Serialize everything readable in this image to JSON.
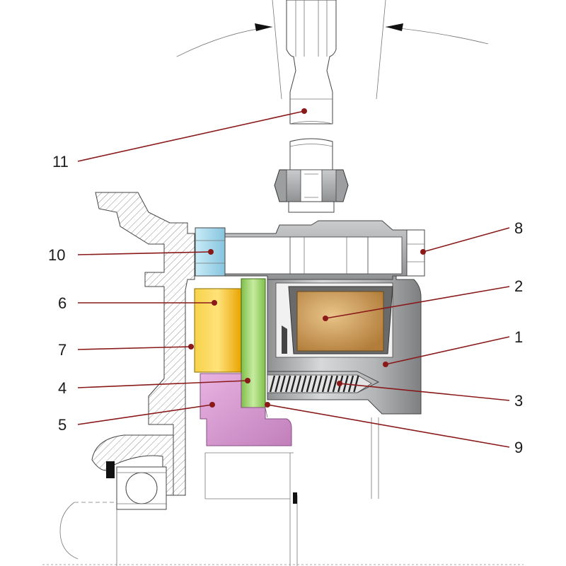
{
  "callouts": [
    {
      "id": "1",
      "label": "1"
    },
    {
      "id": "2",
      "label": "2"
    },
    {
      "id": "3",
      "label": "3"
    },
    {
      "id": "4",
      "label": "4"
    },
    {
      "id": "5",
      "label": "5"
    },
    {
      "id": "6",
      "label": "6"
    },
    {
      "id": "7",
      "label": "7"
    },
    {
      "id": "8",
      "label": "8"
    },
    {
      "id": "9",
      "label": "9"
    },
    {
      "id": "10",
      "label": "10"
    },
    {
      "id": "11",
      "label": "11"
    }
  ],
  "colors": {
    "housing": "#a9abad",
    "coil": "#c9954f",
    "spring": "#333333",
    "armature": "#9fd26c",
    "hub": "#d79ad0",
    "friction_lining": "#f2b800",
    "bolt": "#9fd3ea",
    "leader": "#8a1a1a",
    "hatch": "#888888"
  }
}
